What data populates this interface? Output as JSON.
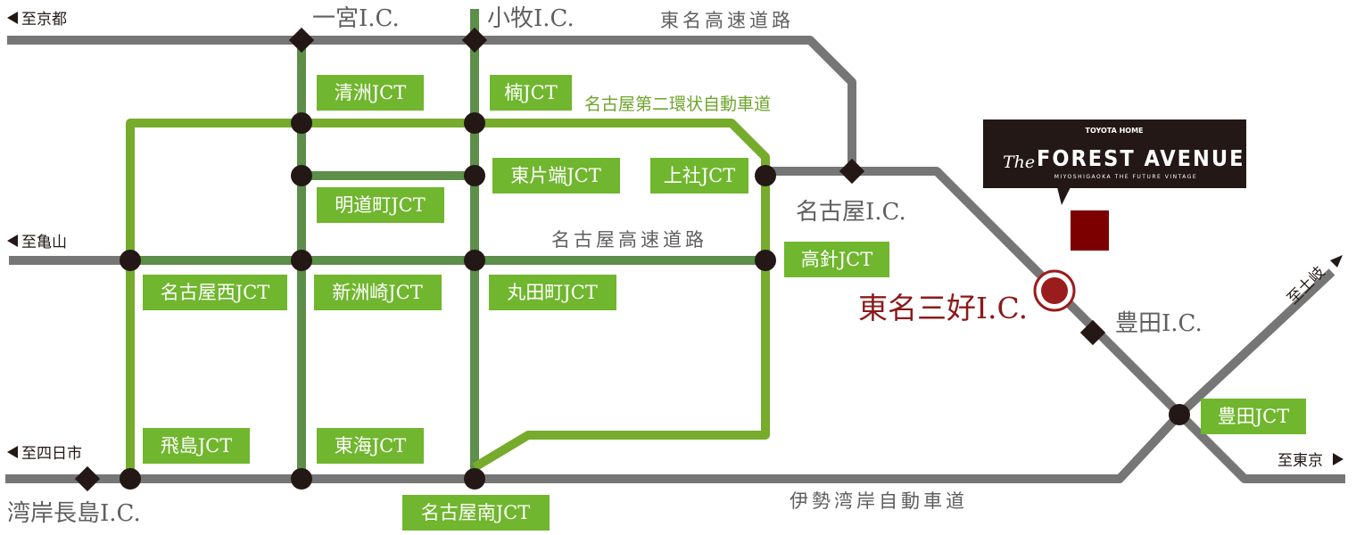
{
  "directions": {
    "kyoto": "至京都",
    "kameyama": "至亀山",
    "yokkaichi": "至四日市",
    "tokyo": "至東京",
    "toki": "至土岐"
  },
  "roads": {
    "tomei": "東名高速道路",
    "nagoya_2nd_ring": "名古屋第二環状自動車道",
    "nagoya_expressway": "名古屋高速道路",
    "isewangan": "伊勢湾岸自動車道"
  },
  "interchanges": {
    "ichinomiya": "一宮I.C.",
    "komaki": "小牧I.C.",
    "nagoya": "名古屋I.C.",
    "toyota": "豊田I.C.",
    "wangan_nagashima": "湾岸長島I.C."
  },
  "junctions": {
    "kiyosu": "清洲JCT",
    "kusunoki": "楠JCT",
    "higashikatahata": "東片端JCT",
    "kamiyashiro": "上社JCT",
    "meidocho": "明道町JCT",
    "takabari": "高針JCT",
    "nagoya_nishi": "名古屋西JCT",
    "shinsuzaki": "新洲崎JCT",
    "marutamachi": "丸田町JCT",
    "tobishima": "飛島JCT",
    "tokai": "東海JCT",
    "nagoya_minami": "名古屋南JCT",
    "toyota": "豊田JCT"
  },
  "target": {
    "label": "東名三好I.C."
  },
  "logo": {
    "brand_top": "TOYOTA HOME",
    "the": "The",
    "name": "FOREST AVENUE",
    "tagline": "MIYOSHIGAOKA THE FUTURE VINTAGE"
  },
  "colors": {
    "expressway_grey": "#767676",
    "ring_road_green": "#76ab2c",
    "urban_expressway_green": "#5d8e4a",
    "junction_box_green": "#70b62e",
    "target_red": "#8b1a1a",
    "site_marker": "#7d0000"
  }
}
